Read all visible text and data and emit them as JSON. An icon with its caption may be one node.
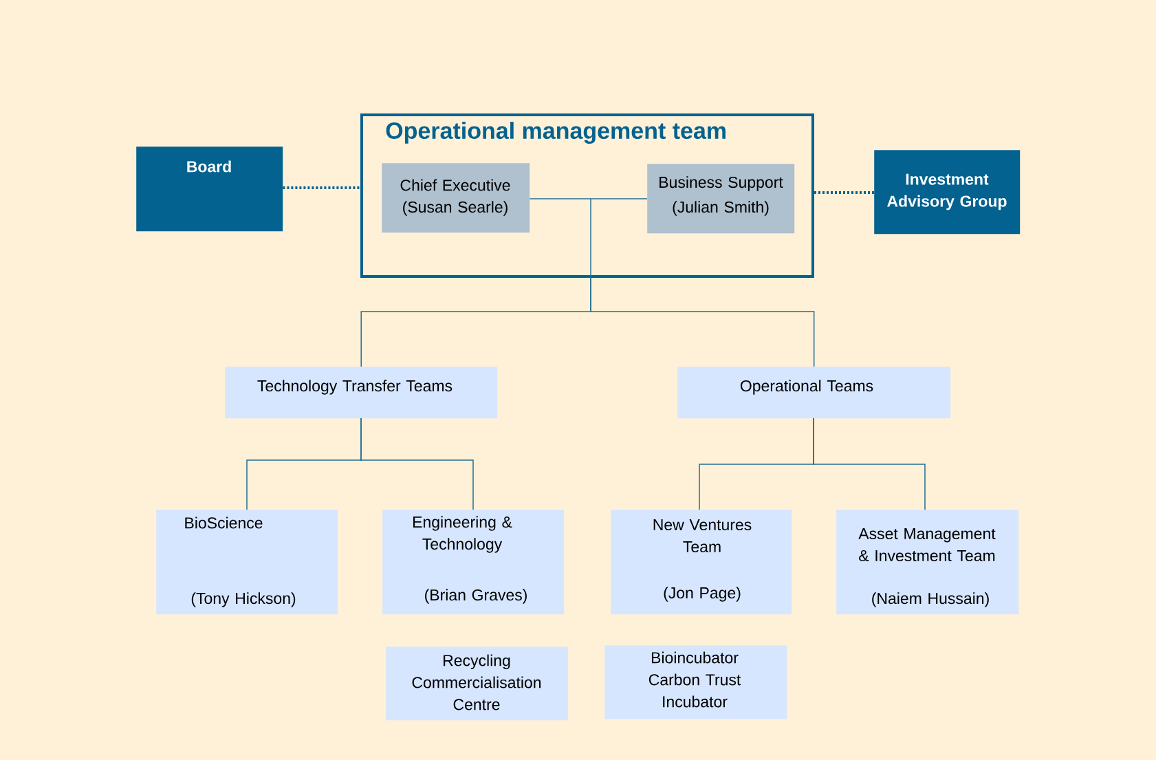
{
  "diagram": {
    "nodes": [
      {
        "text": [
          "Board"
        ]
      },
      {
        "text": [
          "Operational management team"
        ]
      },
      {
        "text": [
          "Chief Executive",
          "(Susan Searle)"
        ],
        "in": 1
      },
      {
        "text": [
          "Business Support",
          "(Julian Smith)"
        ],
        "in": 1
      },
      {
        "text": [
          "Investment Advisory Group"
        ]
      },
      {
        "text": [
          "Technology Transfer Teams"
        ]
      },
      {
        "text": [
          "Operational Teams"
        ]
      },
      {
        "text": [
          "BioScience",
          "(Tony Hickson)"
        ]
      },
      {
        "text": [
          "Engineering & Technology",
          "(Brian Graves)"
        ]
      },
      {
        "text": [
          "New Ventures Team",
          "(Jon Page)"
        ]
      },
      {
        "text": [
          "Asset Management & Investment Team",
          "(Naiem Hussain)"
        ]
      },
      {
        "text": [
          "Recycling Commercialisation Centre"
        ]
      },
      {
        "text": [
          "Bioincubator Carbon Trust Incubator"
        ]
      }
    ],
    "edges": [
      {
        "from": 0,
        "to": 1,
        "arrow": "none",
        "style": "dashed"
      },
      {
        "from": 1,
        "to": 4,
        "arrow": "none",
        "style": "dashed"
      },
      {
        "from": 2,
        "to": 3,
        "arrow": "none"
      },
      {
        "from": 1,
        "to": 5,
        "arrow": "none"
      },
      {
        "from": 1,
        "to": 6,
        "arrow": "none"
      },
      {
        "from": 5,
        "to": 7,
        "arrow": "none"
      },
      {
        "from": 5,
        "to": 8,
        "arrow": "none"
      },
      {
        "from": 6,
        "to": 9,
        "arrow": "none"
      },
      {
        "from": 6,
        "to": 10,
        "arrow": "none"
      }
    ]
  }
}
